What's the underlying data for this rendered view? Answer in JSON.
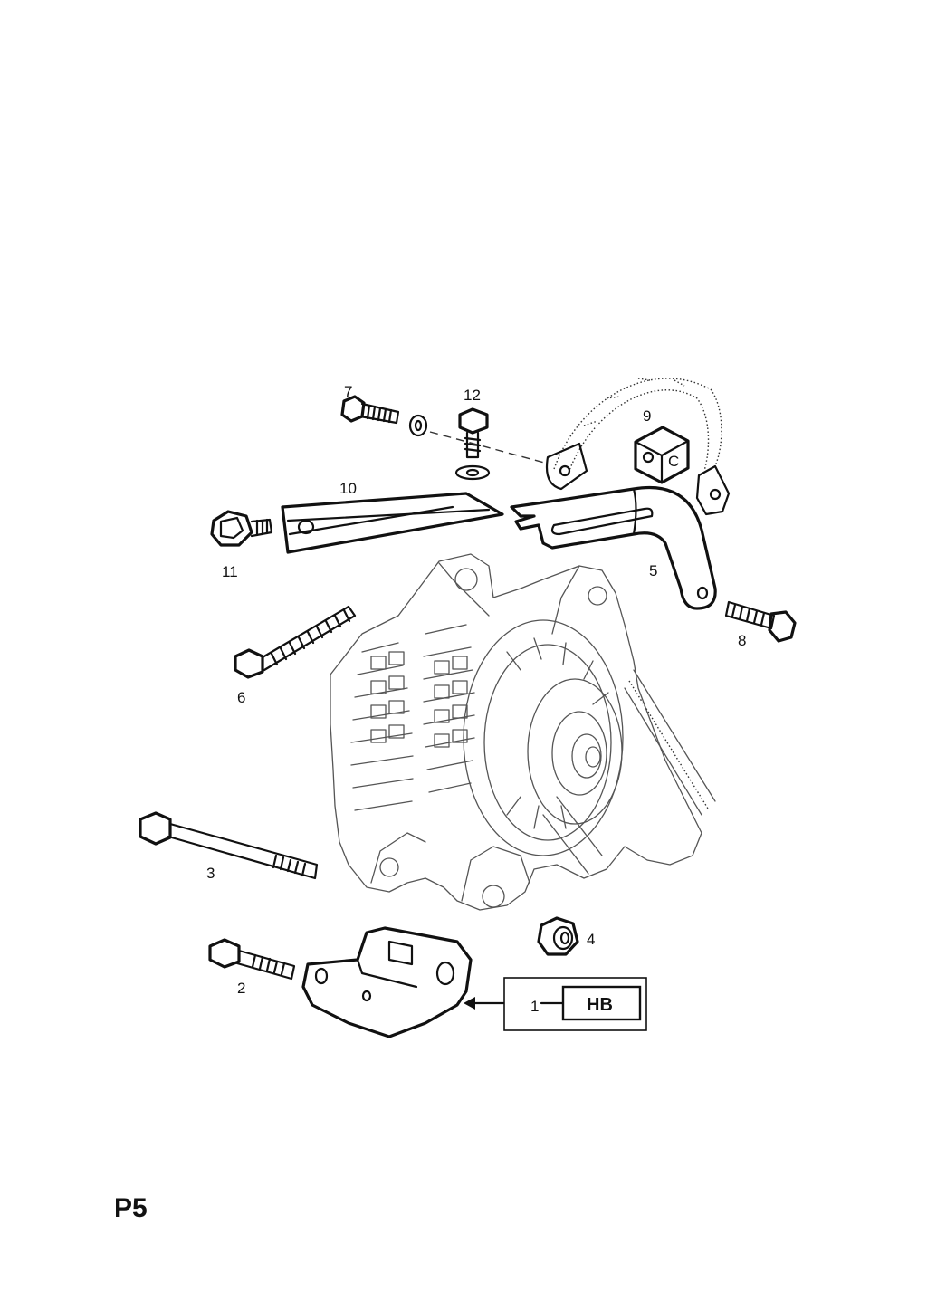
{
  "page_label": "P5",
  "callouts": {
    "c1": "1",
    "c2": "2",
    "c3": "3",
    "c4": "4",
    "c5": "5",
    "c6": "6",
    "c7": "7",
    "c8": "8",
    "c9": "9",
    "c10": "10",
    "c11": "11",
    "c12": "12"
  },
  "code_box": {
    "label": "HB"
  },
  "cube_letter": "C"
}
